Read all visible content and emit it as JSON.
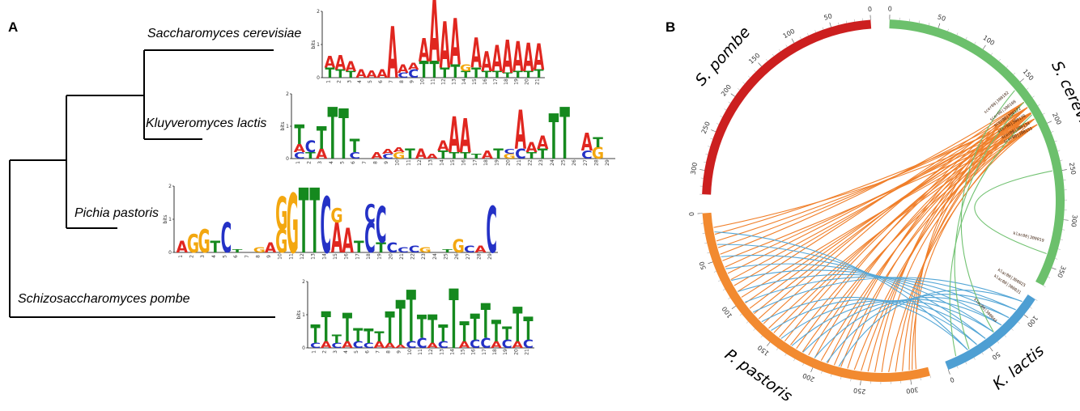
{
  "panels": {
    "a": "A",
    "b": "B"
  },
  "tree": {
    "species": [
      "Saccharomyces cerevisiae",
      "Kluyveromyces lactis",
      "Pichia pastoris",
      "Schizosaccharomyces pombe"
    ]
  },
  "motif_logos": [
    {
      "species": "Saccharomyces cerevisiae",
      "y_axis_label": "bits",
      "y_ticks": [
        "2",
        "1",
        "0"
      ],
      "positions": [
        "1",
        "2",
        "3",
        "4",
        "5",
        "6",
        "7",
        "8",
        "9",
        "10",
        "11",
        "12",
        "13",
        "14",
        "15",
        "16",
        "17",
        "18",
        "19",
        "20",
        "21"
      ],
      "stacks": [
        [
          [
            "T",
            0.3
          ],
          [
            "A",
            0.35
          ]
        ],
        [
          [
            "T",
            0.25
          ],
          [
            "A",
            0.45
          ]
        ],
        [
          [
            "T",
            0.2
          ],
          [
            "A",
            0.3
          ]
        ],
        [
          [
            "A",
            0.25
          ]
        ],
        [
          [
            "A",
            0.22
          ]
        ],
        [
          [
            "A",
            0.25
          ]
        ],
        [
          [
            "A",
            1.55
          ]
        ],
        [
          [
            "C",
            0.15
          ],
          [
            "A",
            0.25
          ]
        ],
        [
          [
            "C",
            0.25
          ],
          [
            "A",
            0.2
          ]
        ],
        [
          [
            "T",
            0.5
          ],
          [
            "A",
            0.7
          ]
        ],
        [
          [
            "T",
            0.5
          ],
          [
            "A",
            1.9
          ]
        ],
        [
          [
            "T",
            0.3
          ],
          [
            "A",
            1.4
          ]
        ],
        [
          [
            "T",
            0.4
          ],
          [
            "A",
            1.4
          ]
        ],
        [
          [
            "T",
            0.2
          ],
          [
            "G",
            0.2
          ]
        ],
        [
          [
            "T",
            0.3
          ],
          [
            "A",
            0.9
          ]
        ],
        [
          [
            "T",
            0.2
          ],
          [
            "A",
            0.6
          ]
        ],
        [
          [
            "T",
            0.2
          ],
          [
            "A",
            0.8
          ]
        ],
        [
          [
            "T",
            0.15
          ],
          [
            "A",
            1.0
          ]
        ],
        [
          [
            "T",
            0.2
          ],
          [
            "A",
            0.9
          ]
        ],
        [
          [
            "T",
            0.2
          ],
          [
            "A",
            0.85
          ]
        ],
        [
          [
            "T",
            0.25
          ],
          [
            "A",
            0.8
          ]
        ]
      ]
    },
    {
      "species": "Kluyveromyces lactis",
      "y_axis_label": "bits",
      "y_ticks": [
        "2",
        "1",
        "0"
      ],
      "positions": [
        "1",
        "2",
        "3",
        "4",
        "5",
        "6",
        "7",
        "8",
        "9",
        "10",
        "11",
        "12",
        "13",
        "14",
        "15",
        "16",
        "17",
        "18",
        "19",
        "20",
        "21",
        "22",
        "23",
        "24",
        "25",
        "26",
        "27",
        "28",
        "29"
      ],
      "stacks": [
        [
          [
            "C",
            0.2
          ],
          [
            "A",
            0.25
          ],
          [
            "T",
            0.6
          ]
        ],
        [
          [
            "T",
            0.2
          ],
          [
            "C",
            0.35
          ]
        ],
        [
          [
            "A",
            0.3
          ],
          [
            "T",
            0.7
          ]
        ],
        [
          [
            "T",
            1.6
          ]
        ],
        [
          [
            "T",
            1.55
          ]
        ],
        [
          [
            "C",
            0.2
          ],
          [
            "T",
            0.4
          ]
        ],
        [],
        [
          [
            "A",
            0.2
          ]
        ],
        [
          [
            "C",
            0.15
          ],
          [
            "A",
            0.15
          ]
        ],
        [
          [
            "G",
            0.2
          ],
          [
            "A",
            0.15
          ]
        ],
        [
          [
            "T",
            0.3
          ]
        ],
        [
          [
            "A",
            0.3
          ]
        ],
        [
          [
            "A",
            0.15
          ]
        ],
        [
          [
            "T",
            0.25
          ],
          [
            "A",
            0.3
          ]
        ],
        [
          [
            "T",
            0.2
          ],
          [
            "A",
            1.1
          ]
        ],
        [
          [
            "T",
            0.2
          ],
          [
            "A",
            1.05
          ]
        ],
        [
          [
            "T",
            0.15
          ]
        ],
        [
          [
            "A",
            0.25
          ]
        ],
        [
          [
            "T",
            0.3
          ]
        ],
        [
          [
            "G",
            0.15
          ],
          [
            "C",
            0.15
          ]
        ],
        [
          [
            "C",
            0.3
          ],
          [
            "A",
            1.2
          ]
        ],
        [
          [
            "T",
            0.2
          ],
          [
            "A",
            0.3
          ]
        ],
        [
          [
            "T",
            0.3
          ],
          [
            "A",
            0.4
          ]
        ],
        [
          [
            "T",
            1.4
          ]
        ],
        [
          [
            "T",
            1.6
          ]
        ],
        [],
        [
          [
            "C",
            0.25
          ],
          [
            "A",
            0.55
          ]
        ],
        [
          [
            "G",
            0.35
          ],
          [
            "T",
            0.3
          ]
        ],
        []
      ]
    },
    {
      "species": "Pichia pastoris",
      "y_axis_label": "bits",
      "y_ticks": [
        "2",
        "1",
        "0"
      ],
      "positions": [
        "1",
        "2",
        "3",
        "4",
        "5",
        "6",
        "7",
        "8",
        "9",
        "10",
        "11",
        "12",
        "13",
        "14",
        "15",
        "16",
        "17",
        "18",
        "19",
        "20",
        "21",
        "22",
        "23",
        "24",
        "25",
        "26",
        "27",
        "28",
        "29"
      ],
      "stacks": [
        [
          [
            "A",
            0.35
          ]
        ],
        [
          [
            "G",
            0.55
          ]
        ],
        [
          [
            "G",
            0.7
          ]
        ],
        [
          [
            "T",
            0.35
          ]
        ],
        [
          [
            "C",
            0.9
          ]
        ],
        [
          [
            "T",
            0.1
          ]
        ],
        [],
        [
          [
            "G",
            0.15
          ]
        ],
        [
          [
            "A",
            0.3
          ]
        ],
        [
          [
            "G",
            0.7
          ],
          [
            "G",
            1.0
          ]
        ],
        [
          [
            "G",
            1.8
          ]
        ],
        [
          [
            "T",
            1.95
          ]
        ],
        [
          [
            "T",
            1.95
          ]
        ],
        [
          [
            "C",
            1.7
          ]
        ],
        [
          [
            "A",
            0.9
          ],
          [
            "G",
            0.45
          ]
        ],
        [
          [
            "A",
            0.75
          ]
        ],
        [
          [
            "T",
            0.35
          ]
        ],
        [
          [
            "C",
            0.9
          ],
          [
            "C",
            0.55
          ]
        ],
        [
          [
            "T",
            0.3
          ],
          [
            "C",
            1.1
          ]
        ],
        [
          [
            "C",
            0.3
          ]
        ],
        [
          [
            "C",
            0.15
          ]
        ],
        [
          [
            "C",
            0.2
          ]
        ],
        [
          [
            "G",
            0.15
          ]
        ],
        [],
        [
          [
            "T",
            0.1
          ]
        ],
        [
          [
            "G",
            0.4
          ]
        ],
        [
          [
            "C",
            0.2
          ]
        ],
        [
          [
            "A",
            0.2
          ]
        ],
        [
          [
            "C",
            1.4
          ]
        ]
      ]
    },
    {
      "species": "Schizosaccharomyces pombe",
      "y_axis_label": "bits",
      "y_ticks": [
        "2",
        "1",
        "0"
      ],
      "positions": [
        "1",
        "2",
        "3",
        "4",
        "5",
        "6",
        "7",
        "8",
        "9",
        "10",
        "11",
        "12",
        "13",
        "14",
        "15",
        "16",
        "17",
        "18",
        "19",
        "20",
        "21"
      ],
      "stacks": [
        [
          [
            "C",
            0.15
          ],
          [
            "T",
            0.55
          ]
        ],
        [
          [
            "A",
            0.2
          ],
          [
            "T",
            0.9
          ]
        ],
        [
          [
            "C",
            0.15
          ],
          [
            "T",
            0.25
          ]
        ],
        [
          [
            "A",
            0.2
          ],
          [
            "T",
            0.85
          ]
        ],
        [
          [
            "C",
            0.2
          ],
          [
            "T",
            0.4
          ]
        ],
        [
          [
            "C",
            0.15
          ],
          [
            "T",
            0.45
          ]
        ],
        [
          [
            "A",
            0.2
          ],
          [
            "T",
            0.3
          ]
        ],
        [
          [
            "A",
            0.15
          ],
          [
            "T",
            0.95
          ]
        ],
        [
          [
            "A",
            0.1
          ],
          [
            "T",
            1.35
          ]
        ],
        [
          [
            "C",
            0.2
          ],
          [
            "T",
            1.55
          ]
        ],
        [
          [
            "C",
            0.3
          ],
          [
            "T",
            0.7
          ]
        ],
        [
          [
            "A",
            0.15
          ],
          [
            "T",
            0.85
          ]
        ],
        [
          [
            "C",
            0.2
          ],
          [
            "T",
            0.5
          ]
        ],
        [
          [
            "T",
            1.8
          ]
        ],
        [
          [
            "A",
            0.2
          ],
          [
            "T",
            0.6
          ]
        ],
        [
          [
            "C",
            0.25
          ],
          [
            "T",
            0.8
          ]
        ],
        [
          [
            "C",
            0.3
          ],
          [
            "T",
            1.05
          ]
        ],
        [
          [
            "A",
            0.2
          ],
          [
            "T",
            0.65
          ]
        ],
        [
          [
            "C",
            0.25
          ],
          [
            "T",
            0.4
          ]
        ],
        [
          [
            "A",
            0.2
          ],
          [
            "T",
            1.05
          ]
        ],
        [
          [
            "C",
            0.25
          ],
          [
            "T",
            0.7
          ]
        ]
      ]
    }
  ],
  "circos": {
    "genomes": [
      {
        "name": "S. cerevisiae",
        "color": "#6cc06c",
        "ticks": [
          "0",
          "50",
          "100",
          "150",
          "200",
          "250",
          "300",
          "350"
        ]
      },
      {
        "name": "K. lactis",
        "color": "#4e9fd3",
        "ticks": [
          "0",
          "50",
          "100"
        ]
      },
      {
        "name": "P. pastoris",
        "color": "#f28a30",
        "ticks": [
          "0",
          "50",
          "100",
          "150",
          "200",
          "250",
          "300"
        ]
      },
      {
        "name": "S. pombe",
        "color": "#cc1f1f",
        "ticks": [
          "0",
          "50",
          "100",
          "150",
          "200",
          "250",
          "300"
        ]
      }
    ],
    "gene_labels": [
      "scer00|300102",
      "scer00|300108",
      "scer00|300122",
      "scer00|300128",
      "scer00|300134",
      "scer00|300151",
      "klac00|300019",
      "klac00|300025",
      "klac00|300031",
      "klac00|300044"
    ],
    "link_colors": {
      "ppas_scer": "#f07f2a",
      "ppas_klac": "#54a6d6",
      "scer_klac": "#72c272"
    }
  }
}
